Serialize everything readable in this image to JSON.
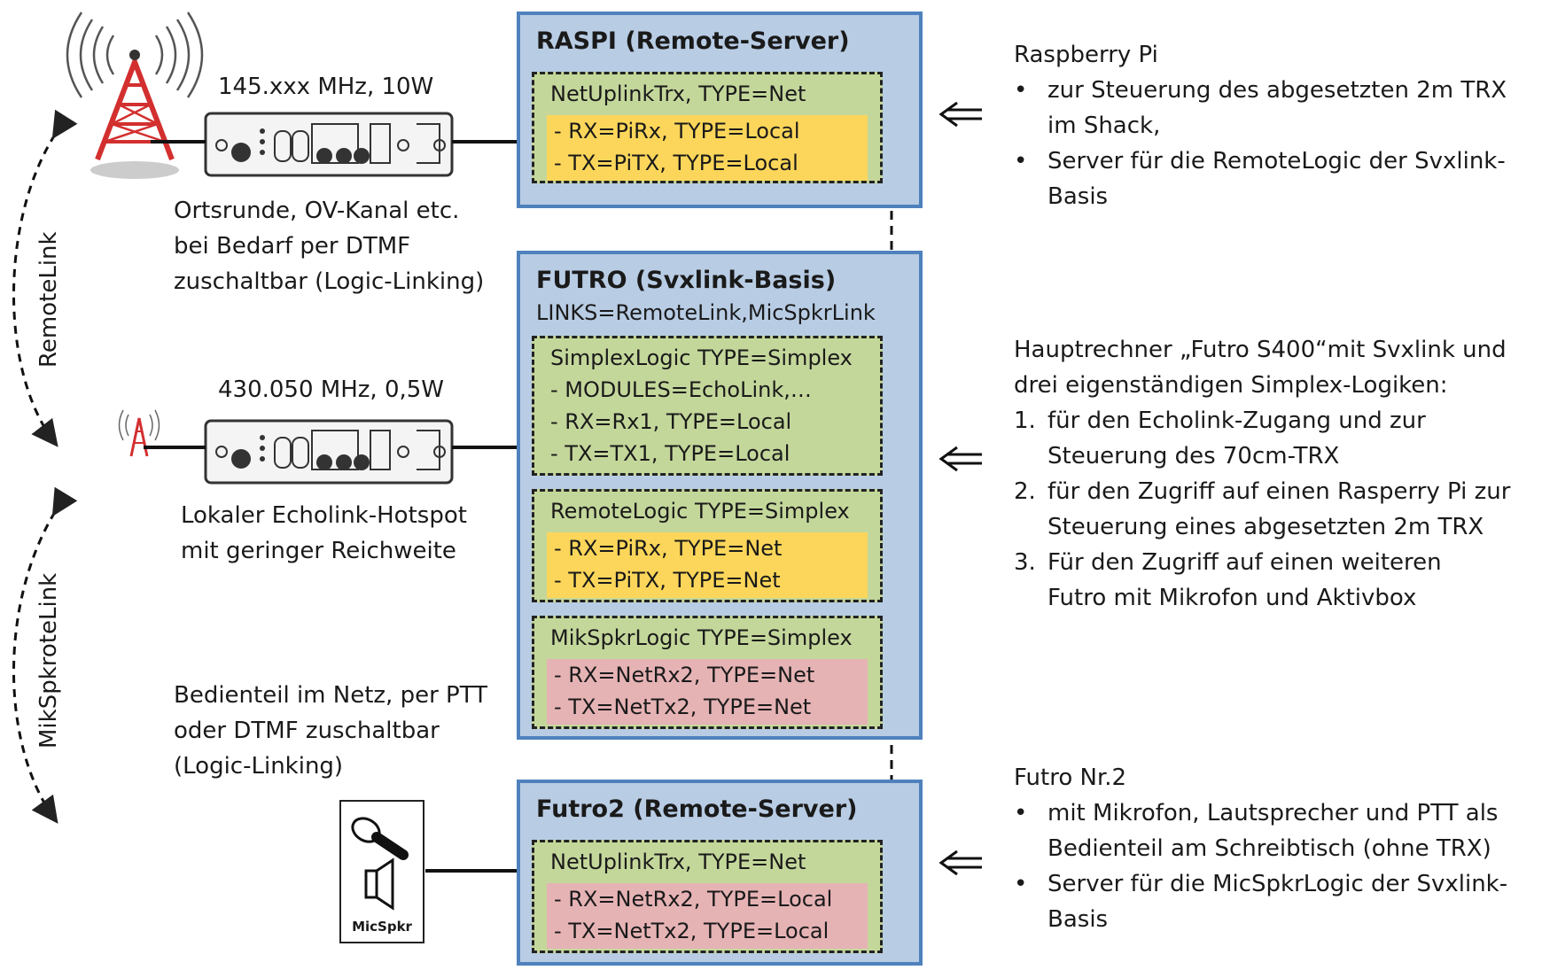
{
  "left": {
    "trx1_freq": "145.xxx MHz, 10W",
    "trx1_desc": [
      "Ortsrunde, OV-Kanal etc.",
      "bei Bedarf per DTMF",
      "zuschaltbar (Logic-Linking)"
    ],
    "trx2_freq": "430.050 MHz, 0,5W",
    "trx2_desc": [
      "Lokaler Echolink-Hotspot",
      "mit geringer Reichweite"
    ],
    "operator_desc": [
      "Bedienteil im Netz, per PTT",
      "oder DTMF zuschaltbar",
      "(Logic-Linking)"
    ],
    "micspkr_label": "MicSpkr",
    "remotelink_label": "RemoteLink",
    "micspkrlink_label": "MikSpkroteLink"
  },
  "servers": {
    "raspi": {
      "title": "RASPI (Remote-Server)",
      "logic_title": "NetUplinkTrx, TYPE=Net",
      "rx": "- RX=PiRx, TYPE=Local",
      "tx": "- TX=PiTX, TYPE=Local"
    },
    "futro": {
      "title": "FUTRO (Svxlink-Basis)",
      "links": "LINKS=RemoteLink,MicSpkrLink",
      "simplex": {
        "title": "SimplexLogic TYPE=Simplex",
        "modules": "- MODULES=EchoLink,…",
        "rx": "- RX=Rx1, TYPE=Local",
        "tx": "- TX=TX1, TYPE=Local"
      },
      "remote": {
        "title": "RemoteLogic TYPE=Simplex",
        "rx": "- RX=PiRx, TYPE=Net",
        "tx": "- TX=PiTX, TYPE=Net"
      },
      "mikspkr": {
        "title": "MikSpkrLogic TYPE=Simplex",
        "rx": "- RX=NetRx2, TYPE=Net",
        "tx": "- TX=NetTx2, TYPE=Net"
      }
    },
    "futro2": {
      "title": "Futro2 (Remote-Server)",
      "logic_title": "NetUplinkTrx, TYPE=Net",
      "rx": "- RX=NetRx2, TYPE=Local",
      "tx": "- TX=NetTx2, TYPE=Local"
    }
  },
  "right": {
    "raspi_heading": "Raspberry Pi",
    "raspi_bullets": [
      [
        "zur Steuerung des abgesetzten 2m TRX",
        "im Shack,"
      ],
      [
        "Server für die RemoteLogic der Svxlink-",
        "Basis"
      ]
    ],
    "futro_heading": [
      "Hauptrechner „Futro S400“mit Svxlink und",
      "drei eigenständigen Simplex-Logiken:"
    ],
    "futro_items": [
      {
        "num": "1.",
        "lines": [
          "für den Echolink-Zugang und zur",
          "Steuerung des 70cm-TRX"
        ]
      },
      {
        "num": "2.",
        "lines": [
          "für den Zugriff auf einen Rasperry Pi zur",
          "Steuerung eines abgesetzten 2m TRX"
        ]
      },
      {
        "num": "3.",
        "lines": [
          "Für den Zugriff auf einen weiteren",
          "Futro mit Mikrofon und Aktivbox"
        ]
      }
    ],
    "futro2_heading": "Futro Nr.2",
    "futro2_bullets": [
      [
        "mit Mikrofon, Lautsprecher und PTT als",
        "Bedienteil am Schreibtisch (ohne TRX)"
      ],
      [
        "Server für die MicSpkrLogic der Svxlink-",
        "Basis"
      ]
    ]
  }
}
